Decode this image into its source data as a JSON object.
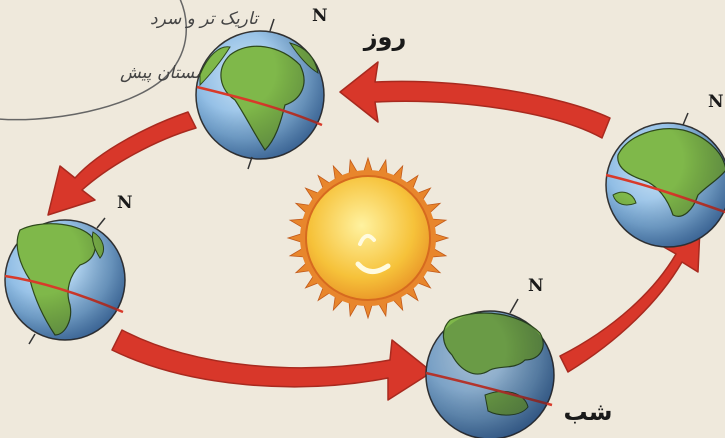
{
  "labels": {
    "north": "N",
    "day": "روز",
    "night": "شب"
  },
  "note": {
    "line1": "تاریک تر و سرد",
    "line2": "زمستان پیش"
  },
  "colors": {
    "arrow": "#d8372a",
    "sun_body": "#f6c23a",
    "sun_rays": "#e8862c",
    "ocean": "#7fb2e0",
    "land": "#7fb84a",
    "equator": "#d83a2a"
  },
  "earths": [
    {
      "id": "top",
      "label": "day"
    },
    {
      "id": "left",
      "label": ""
    },
    {
      "id": "bottom",
      "label": "night"
    },
    {
      "id": "right",
      "label": ""
    }
  ]
}
